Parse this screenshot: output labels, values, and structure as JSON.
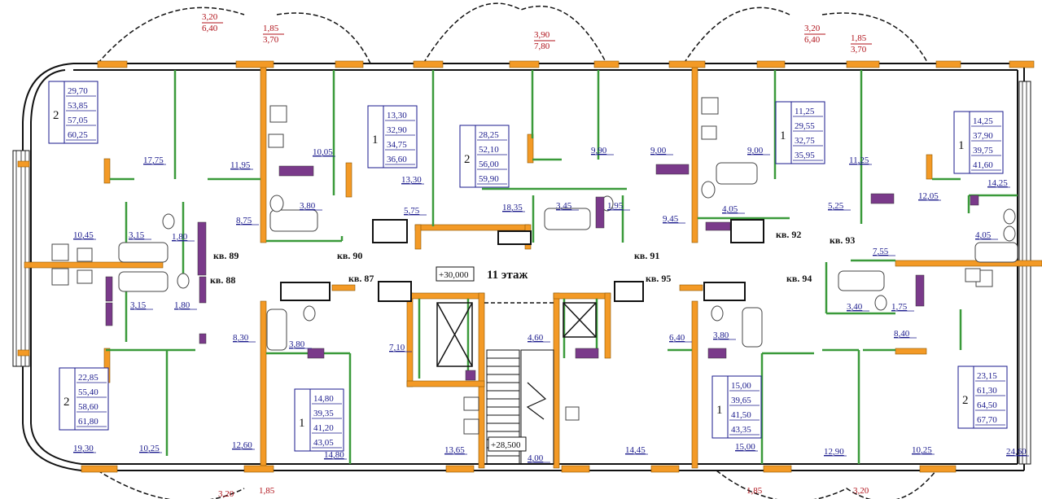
{
  "floor_label": "11 этаж",
  "elevations": {
    "top": "+30,000",
    "bottom": "+28,500"
  },
  "apartment_labels": [
    {
      "id": "kv89",
      "text": "кв. 89"
    },
    {
      "id": "kv90",
      "text": "кв. 90"
    },
    {
      "id": "kv88",
      "text": "кв. 88"
    },
    {
      "id": "kv87",
      "text": "кв. 87"
    },
    {
      "id": "kv91",
      "text": "кв. 91"
    },
    {
      "id": "kv92",
      "text": "кв. 92"
    },
    {
      "id": "kv93",
      "text": "кв. 93"
    },
    {
      "id": "kv95",
      "text": "кв. 95"
    },
    {
      "id": "kv94",
      "text": "кв. 94"
    }
  ],
  "apartment_summaries": [
    {
      "rooms": "2",
      "values": [
        "29,70",
        "53,85",
        "57,05",
        "60,25"
      ]
    },
    {
      "rooms": "1",
      "values": [
        "13,30",
        "32,90",
        "34,75",
        "36,60"
      ]
    },
    {
      "rooms": "2",
      "values": [
        "28,25",
        "52,10",
        "56,00",
        "59,90"
      ]
    },
    {
      "rooms": "1",
      "values": [
        "11,25",
        "29,55",
        "32,75",
        "35,95"
      ]
    },
    {
      "rooms": "1",
      "values": [
        "14,25",
        "37,90",
        "39,75",
        "41,60"
      ]
    },
    {
      "rooms": "2",
      "values": [
        "22,85",
        "55,40",
        "58,60",
        "61,80"
      ]
    },
    {
      "rooms": "1",
      "values": [
        "14,80",
        "39,35",
        "41,20",
        "43,05"
      ]
    },
    {
      "rooms": "1",
      "values": [
        "15,00",
        "39,65",
        "41,50",
        "43,35"
      ]
    },
    {
      "rooms": "2",
      "values": [
        "23,15",
        "61,30",
        "64,50",
        "67,70"
      ]
    }
  ],
  "room_areas": [
    "17,75",
    "11,95",
    "10,05",
    "13,30",
    "9,90",
    "18,35",
    "9,00",
    "9,00",
    "11,25",
    "14,25",
    "3,80",
    "5,75",
    "3,45",
    "1,95",
    "9,45",
    "4,05",
    "5,25",
    "12,05",
    "10,45",
    "3,15",
    "1,80",
    "8,75",
    "4,05",
    "7,55",
    "3,15",
    "1,80",
    "3,40",
    "1,75",
    "8,30",
    "3,80",
    "7,10",
    "4,60",
    "6,40",
    "3,80",
    "8,40",
    "19,30",
    "10,25",
    "12,60",
    "14,80",
    "13,65",
    "4,00",
    "14,45",
    "15,00",
    "12,90",
    "10,25",
    "24,60"
  ],
  "balcony_areas": [
    {
      "a": "3,20",
      "b": "6,40"
    },
    {
      "a": "1,85",
      "b": "3,70"
    },
    {
      "a": "3,90",
      "b": "7,80"
    },
    {
      "a": "3,20",
      "b": "6,40"
    },
    {
      "a": "1,85",
      "b": "3,70"
    }
  ],
  "bottom_balcony_labels": [
    "3,20",
    "1,85",
    "1,85",
    "3,20"
  ],
  "colors": {
    "wall": "#f39a26",
    "partition": "#3a9a3a",
    "outline": "#111111",
    "area_text": "#1a1a8c",
    "balcony_text": "#b0121a",
    "fixture": "#7a3a8a"
  }
}
